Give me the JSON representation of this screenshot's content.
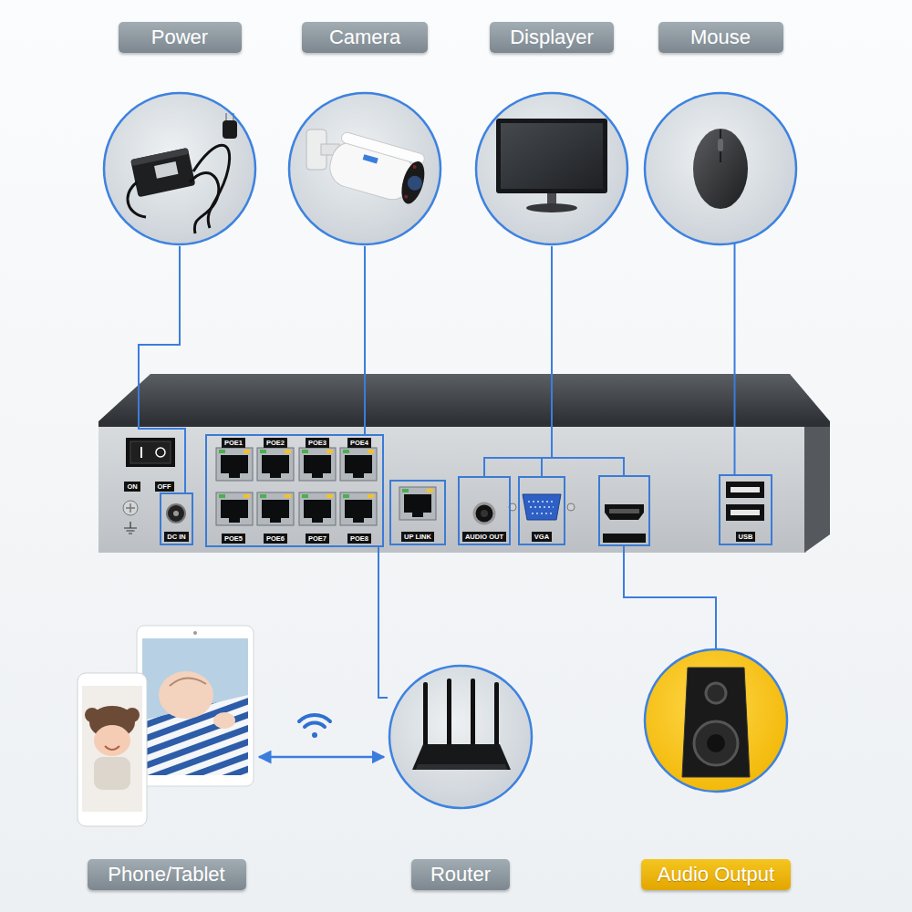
{
  "diagram": {
    "nodes": [
      {
        "text": [
          "Power"
        ]
      },
      {
        "text": [
          "Camera"
        ]
      },
      {
        "text": [
          "Displayer"
        ]
      },
      {
        "text": [
          "Mouse"
        ]
      },
      {
        "text": [
          "DC IN"
        ]
      },
      {
        "text": [
          "POE1",
          "POE2",
          "POE3",
          "POE4",
          "POE5",
          "POE6",
          "POE7",
          "POE8"
        ]
      },
      {
        "text": [
          "UP LINK"
        ]
      },
      {
        "text": [
          "AUDIO OUT"
        ]
      },
      {
        "text": [
          "VGA"
        ]
      },
      {
        "text": [
          "USB"
        ]
      },
      {
        "text": [
          "Phone/Tablet"
        ]
      },
      {
        "text": [
          "Router"
        ]
      },
      {
        "text": [
          "Audio Output"
        ]
      }
    ],
    "edges": [
      {
        "from": 0,
        "to": 4,
        "arrow": "none"
      },
      {
        "from": 1,
        "to": 5,
        "arrow": "none"
      },
      {
        "from": 2,
        "to": 7,
        "arrow": "none"
      },
      {
        "from": 2,
        "to": 8,
        "arrow": "none"
      },
      {
        "from": 3,
        "to": 9,
        "arrow": "none"
      },
      {
        "from": 5,
        "to": 11,
        "arrow": "none"
      },
      {
        "from": 10,
        "to": 11,
        "arrow": "both"
      }
    ],
    "labels": [
      "ON",
      "OFF"
    ]
  }
}
